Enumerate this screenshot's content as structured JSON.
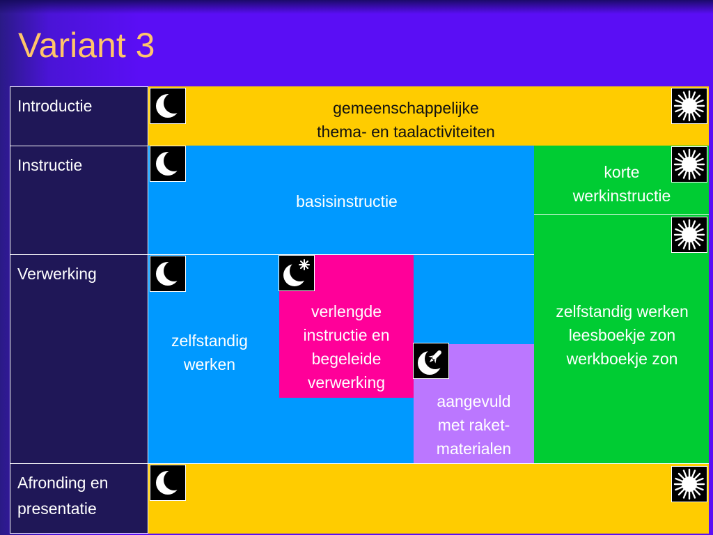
{
  "slide": {
    "title": "Variant 3"
  },
  "rows": {
    "introductie": "Introductie",
    "instructie": "Instructie",
    "verwerking": "Verwerking",
    "afronding_line1": "Afronding en",
    "afronding_line2": "presentatie"
  },
  "blocks": {
    "intro_line1": "gemeenschappelijke",
    "intro_line2": "thema- en taalactiviteiten",
    "basisinstructie": "basisinstructie",
    "korte_line1": "korte",
    "korte_line2": "werkinstructie",
    "zelf_zon_line1": "zelfstandig werken",
    "zelf_zon_line2": "leesboekje zon",
    "zelf_zon_line3": "werkboekje zon",
    "zelf_maan_line1": "zelfstandig",
    "zelf_maan_line2": "werken",
    "verlengde_line1": "verlengde",
    "verlengde_line2": "instructie en",
    "verlengde_line3": "begeleide",
    "verlengde_line4": "verwerking",
    "raket_line1": "aangevuld",
    "raket_line2": "met raket-",
    "raket_line3": "materialen"
  },
  "colors": {
    "background": "#5a0ef5",
    "title": "#ffc56a",
    "label_cell": "#1f1757",
    "yellow": "#ffcc00",
    "blue": "#0099ff",
    "green": "#00cc33",
    "pink": "#ff0099",
    "lilac": "#bb77ff"
  },
  "icons": [
    "moon-icon",
    "sun-icon",
    "moon-star-icon",
    "rocket-icon"
  ]
}
